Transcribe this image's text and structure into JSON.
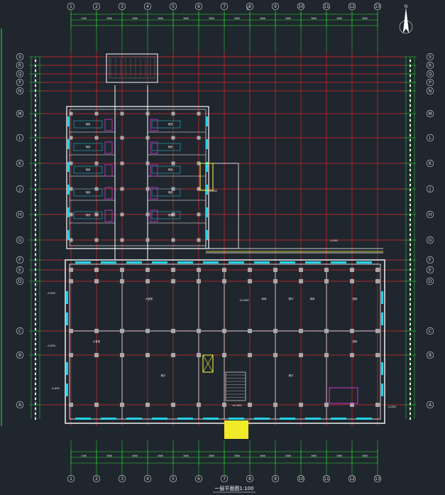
{
  "drawing": {
    "title": "一层平面图1:100",
    "background": "#1f262e",
    "colors": {
      "grid": "#e02828",
      "wall": "#ffffff",
      "dim": "#2ee62e",
      "window": "#22d2e8",
      "door": "#ffff33",
      "column": "#a8a8a8",
      "magenta": "#d633d6",
      "yellow_fill": "#f0ea28"
    }
  },
  "axes": {
    "columns": [
      "1",
      "2",
      "3",
      "4",
      "5",
      "6",
      "7",
      "8",
      "9",
      "10",
      "11",
      "12",
      "13"
    ],
    "rows": [
      "S",
      "R",
      "Q",
      "P",
      "N",
      "M",
      "L",
      "K",
      "J",
      "H",
      "G",
      "F",
      "E",
      "D",
      "C",
      "B",
      "A"
    ],
    "axis_marker": "1"
  },
  "rooms": [
    {
      "label": "宿舍"
    },
    {
      "label": "宿舍"
    },
    {
      "label": "宿舍"
    },
    {
      "label": "宿舍"
    },
    {
      "label": "宿舍"
    },
    {
      "label": "宿舍"
    },
    {
      "label": "宿舍"
    },
    {
      "label": "宿舍"
    },
    {
      "label": "宿舍"
    },
    {
      "label": "宿舍"
    },
    {
      "label": "大食堂"
    },
    {
      "label": "小食堂"
    },
    {
      "label": "餐厅"
    },
    {
      "label": "餐厅"
    },
    {
      "label": "厨房"
    },
    {
      "label": "库房"
    },
    {
      "label": "库房"
    },
    {
      "label": "餐厅"
    },
    {
      "label": "厨房"
    }
  ],
  "levels": [
    "-0.450",
    "-0.450",
    "±0.000",
    "-0.450",
    "-0.450",
    "-0.450",
    "-0.450",
    "±0.000"
  ],
  "dims": {
    "top_row": [
      "2100",
      "3600",
      "3600",
      "3600",
      "3600",
      "3600",
      "3600",
      "3600",
      "3600",
      "3600",
      "3600",
      "3600",
      "2100"
    ],
    "bottom_row": [
      "2100",
      "3600",
      "3600",
      "3600",
      "3600",
      "3600",
      "3600",
      "3600",
      "3600",
      "3600",
      "3600",
      "3600",
      "2100"
    ]
  },
  "north_label": "N"
}
